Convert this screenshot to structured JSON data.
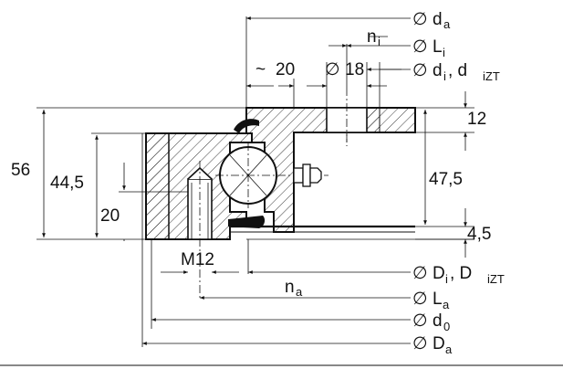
{
  "symbols": {
    "diameter": "∅",
    "approx": "~"
  },
  "top_labels": {
    "da_main": "d",
    "da_sub": "a",
    "ni_main": "n",
    "ni_sub": "i",
    "Li_main": "L",
    "Li_sub": "i",
    "di_main": "d",
    "di_sub": "i",
    "di_sep": ", d",
    "diZT_sub": "iZT",
    "approx_value": "20",
    "hole_diameter": "18"
  },
  "left_dims": {
    "d56": "56",
    "d44_5": "44,5",
    "d20": "20"
  },
  "right_dims": {
    "d12": "12",
    "d47_5": "47,5",
    "d4_5": "4,5"
  },
  "bottom_labels": {
    "thread": "M12",
    "Di_main": "D",
    "Di_sub": "i",
    "Di_sep": ", D",
    "DiZT_sub": "iZT",
    "na_main": "n",
    "na_sub": "a",
    "La_main": "L",
    "La_sub": "a",
    "d0_main": "d",
    "d0_sub": "0",
    "Da_main": "D",
    "Da_sub": "a"
  }
}
